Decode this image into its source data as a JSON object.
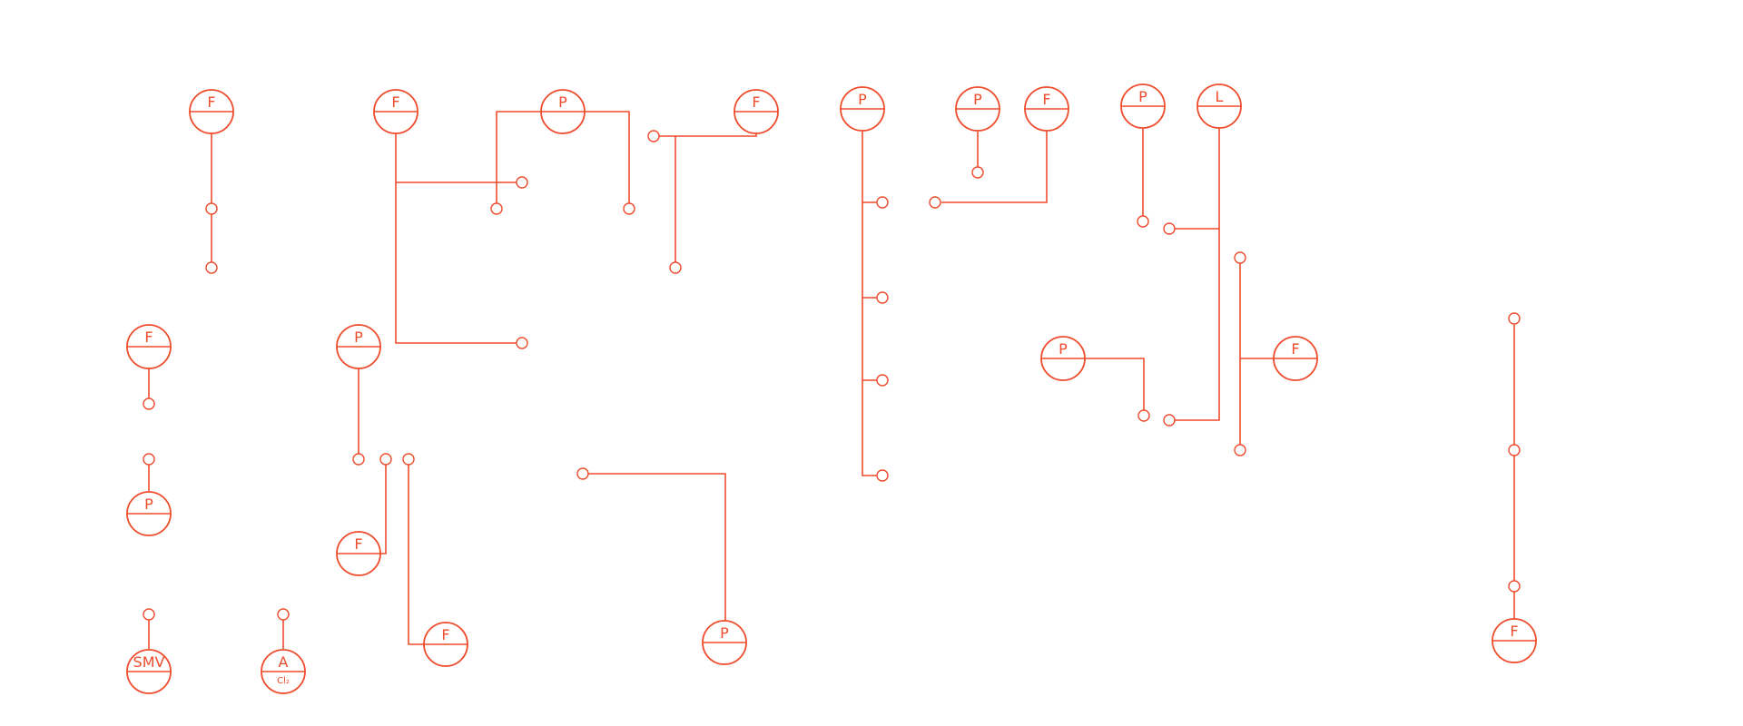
{
  "stroke_color": "#ee4c2c",
  "instruments": [
    {
      "label": "F"
    },
    {
      "label": "F"
    },
    {
      "label": "P"
    },
    {
      "label": "F"
    },
    {
      "label": "P"
    },
    {
      "label": "P"
    },
    {
      "label": "F"
    },
    {
      "label": "P"
    },
    {
      "label": "L"
    },
    {
      "label": "F"
    },
    {
      "label": "P"
    },
    {
      "label": "P"
    },
    {
      "label": "F"
    },
    {
      "label": "P"
    },
    {
      "label": "F"
    },
    {
      "label": "F"
    },
    {
      "label": "P"
    },
    {
      "label": "F"
    },
    {
      "label": "SMV"
    },
    {
      "label": "A",
      "sub": "Cl₂"
    }
  ]
}
